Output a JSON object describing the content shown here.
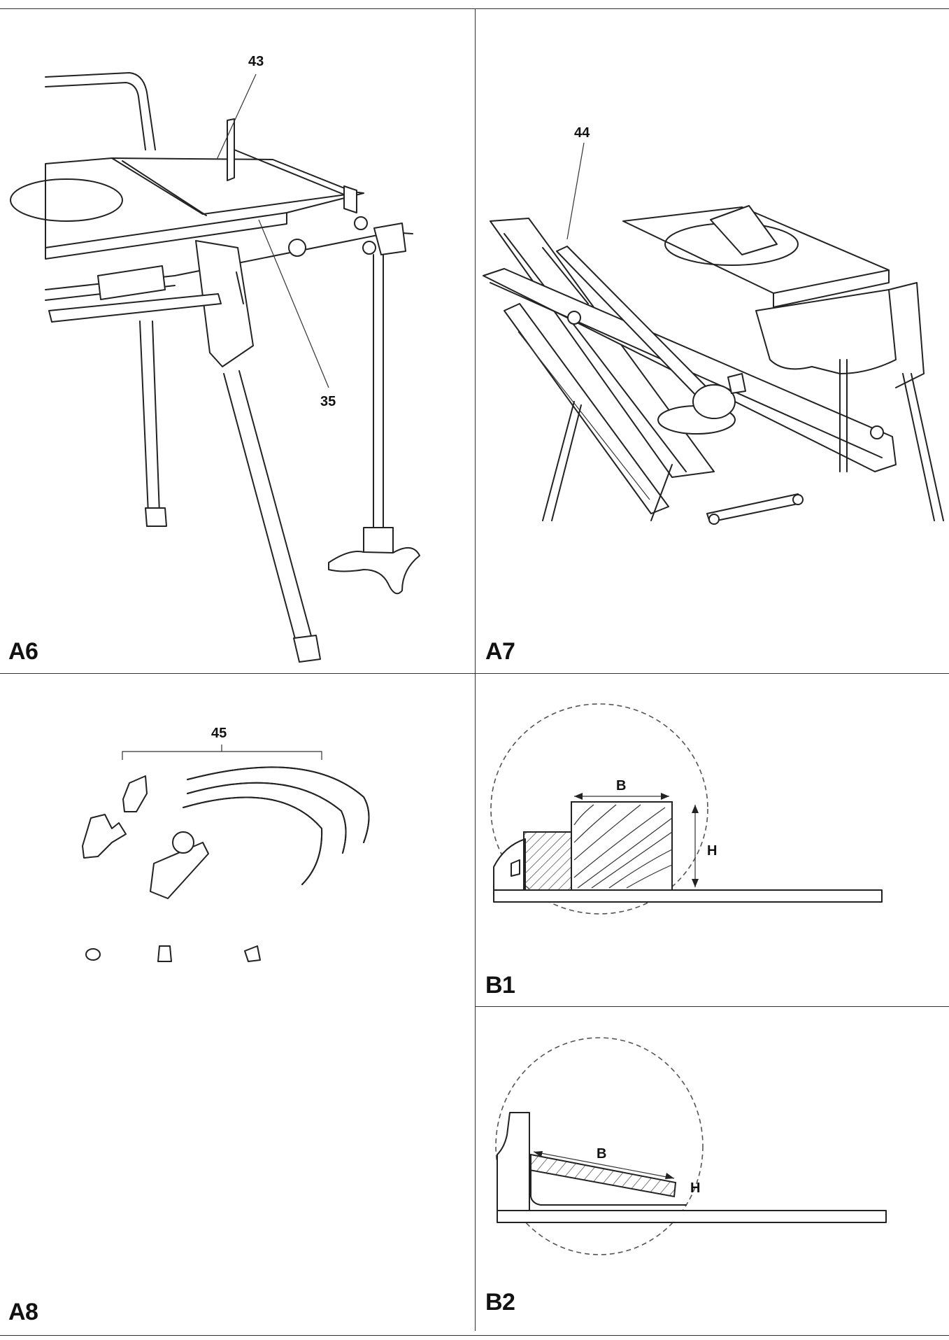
{
  "figures": {
    "a6": {
      "label": "A6",
      "callouts": [
        "43",
        "35"
      ]
    },
    "a7": {
      "label": "A7",
      "callouts": [
        "44"
      ]
    },
    "a8": {
      "label": "A8",
      "callouts": [
        "45"
      ]
    },
    "b1": {
      "label": "B1",
      "width_label": "B",
      "height_label": "H"
    },
    "b2": {
      "label": "B2",
      "width_label": "B",
      "height_label": "H"
    }
  }
}
